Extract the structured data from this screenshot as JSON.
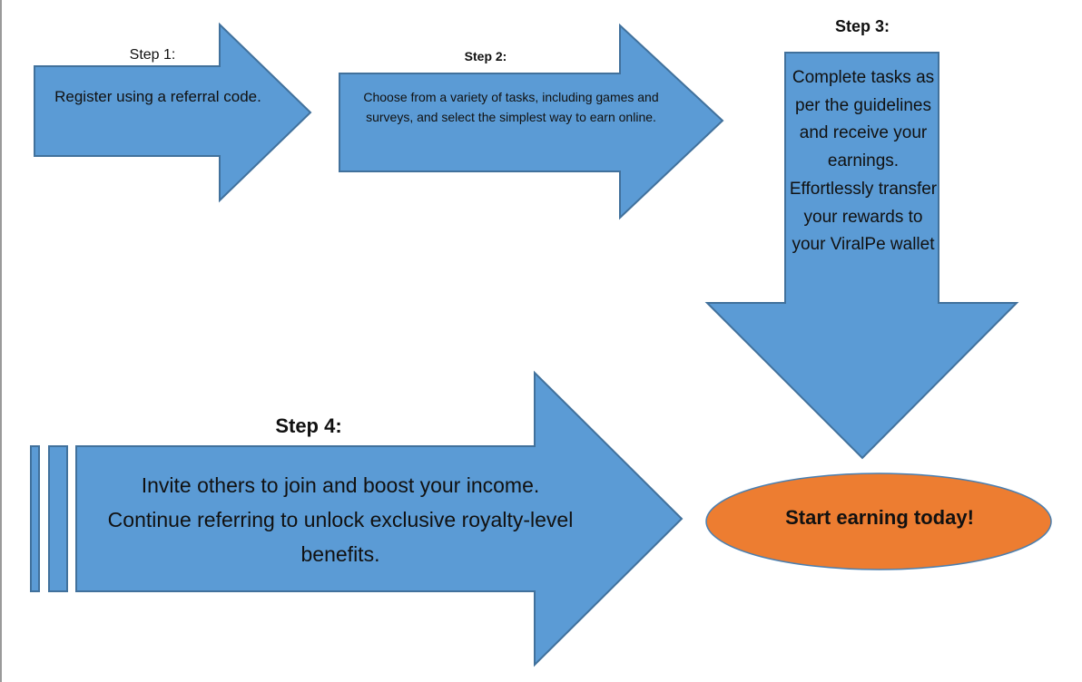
{
  "step1": {
    "title": "Step 1:",
    "text": "Register using a referral code."
  },
  "step2": {
    "title": "Step 2:",
    "text": "Choose from a variety of tasks, including games and surveys, and select the simplest way to earn online."
  },
  "step3": {
    "title": "Step 3:",
    "text": "Complete tasks as per the guidelines and receive your earnings. Effortlessly transfer your rewards to your ViralPe wallet"
  },
  "step4": {
    "title": "Step 4:",
    "text": "Invite others to join and boost your income. Continue referring to unlock exclusive royalty-level benefits."
  },
  "cta": {
    "text": "Start earning today!"
  },
  "colors": {
    "arrow_fill": "#5b9bd5",
    "arrow_stroke": "#41719c",
    "cta_fill": "#ed7d31"
  }
}
